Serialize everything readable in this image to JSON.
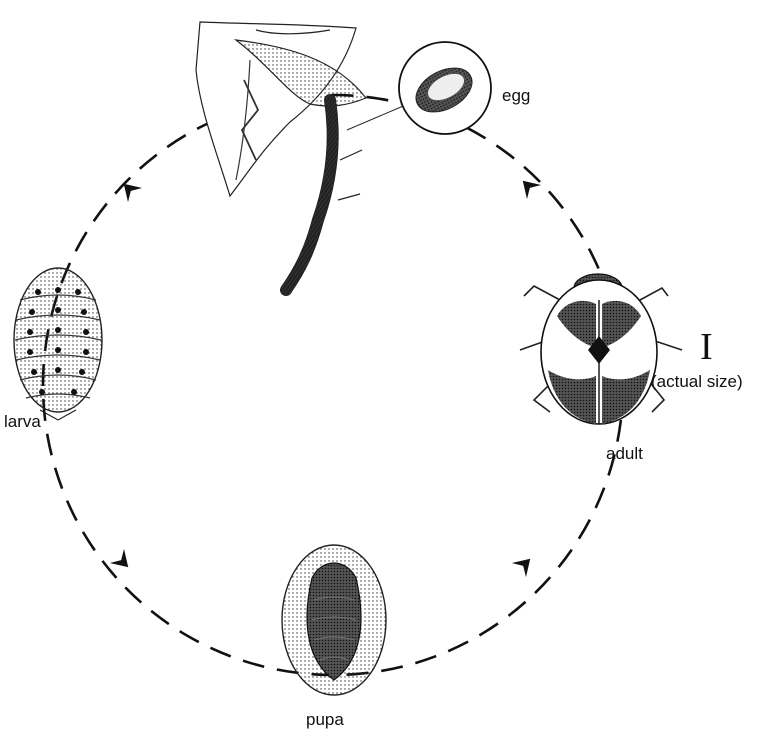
{
  "labels": {
    "egg": "egg",
    "larva": "larva",
    "pupa": "pupa",
    "adult": "adult",
    "scale": "(actual size)",
    "scale_bar": "I"
  },
  "stages": [
    "egg",
    "larva",
    "pupa",
    "adult"
  ],
  "icons": {
    "leaf": "leaf-with-eggs-icon",
    "egg": "egg-magnified-icon",
    "larva": "larva-icon",
    "pupa": "pupa-icon",
    "adult": "ladybird-beetle-icon",
    "arrows": "cycle-arrow-icon"
  },
  "colors": {
    "ink": "#111111",
    "background": "#ffffff"
  }
}
